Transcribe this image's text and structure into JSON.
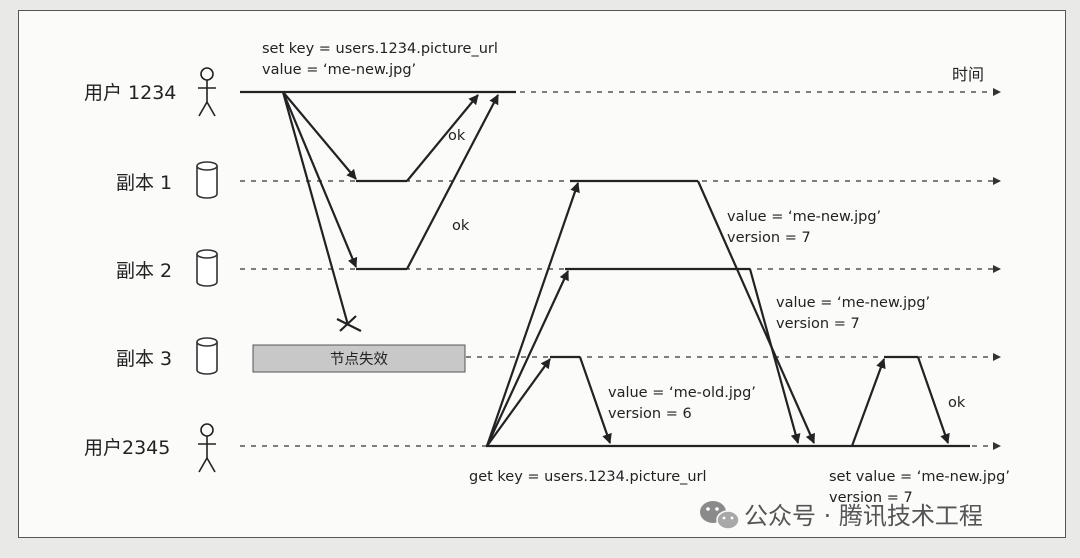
{
  "time_label": "时间",
  "actors": {
    "user1": "用户 1234",
    "user2": "用户2345"
  },
  "replicas": [
    {
      "label": "副本 1"
    },
    {
      "label": "副本 2"
    },
    {
      "label": "副本 3"
    }
  ],
  "failure_label": "节点失效",
  "write1": {
    "line1": "set key = users.1234.picture_url",
    "line2": "value = ‘me-new.jpg’"
  },
  "ok1": "ok",
  "ok2": "ok",
  "ok3": "ok",
  "resp_replica1": {
    "line1": "value = ‘me-new.jpg’",
    "line2": "version = 7"
  },
  "resp_replica2": {
    "line1": "value = ‘me-new.jpg’",
    "line2": "version = 7"
  },
  "resp_replica3": {
    "line1": "value = ‘me-old.jpg’",
    "line2": "version = 6"
  },
  "get_request": "get key = users.1234.picture_url",
  "read_repair": {
    "line1": "set value = ‘me-new.jpg’",
    "line2": "version = 7"
  },
  "watermark": "公众号 · 腾讯技术工程"
}
